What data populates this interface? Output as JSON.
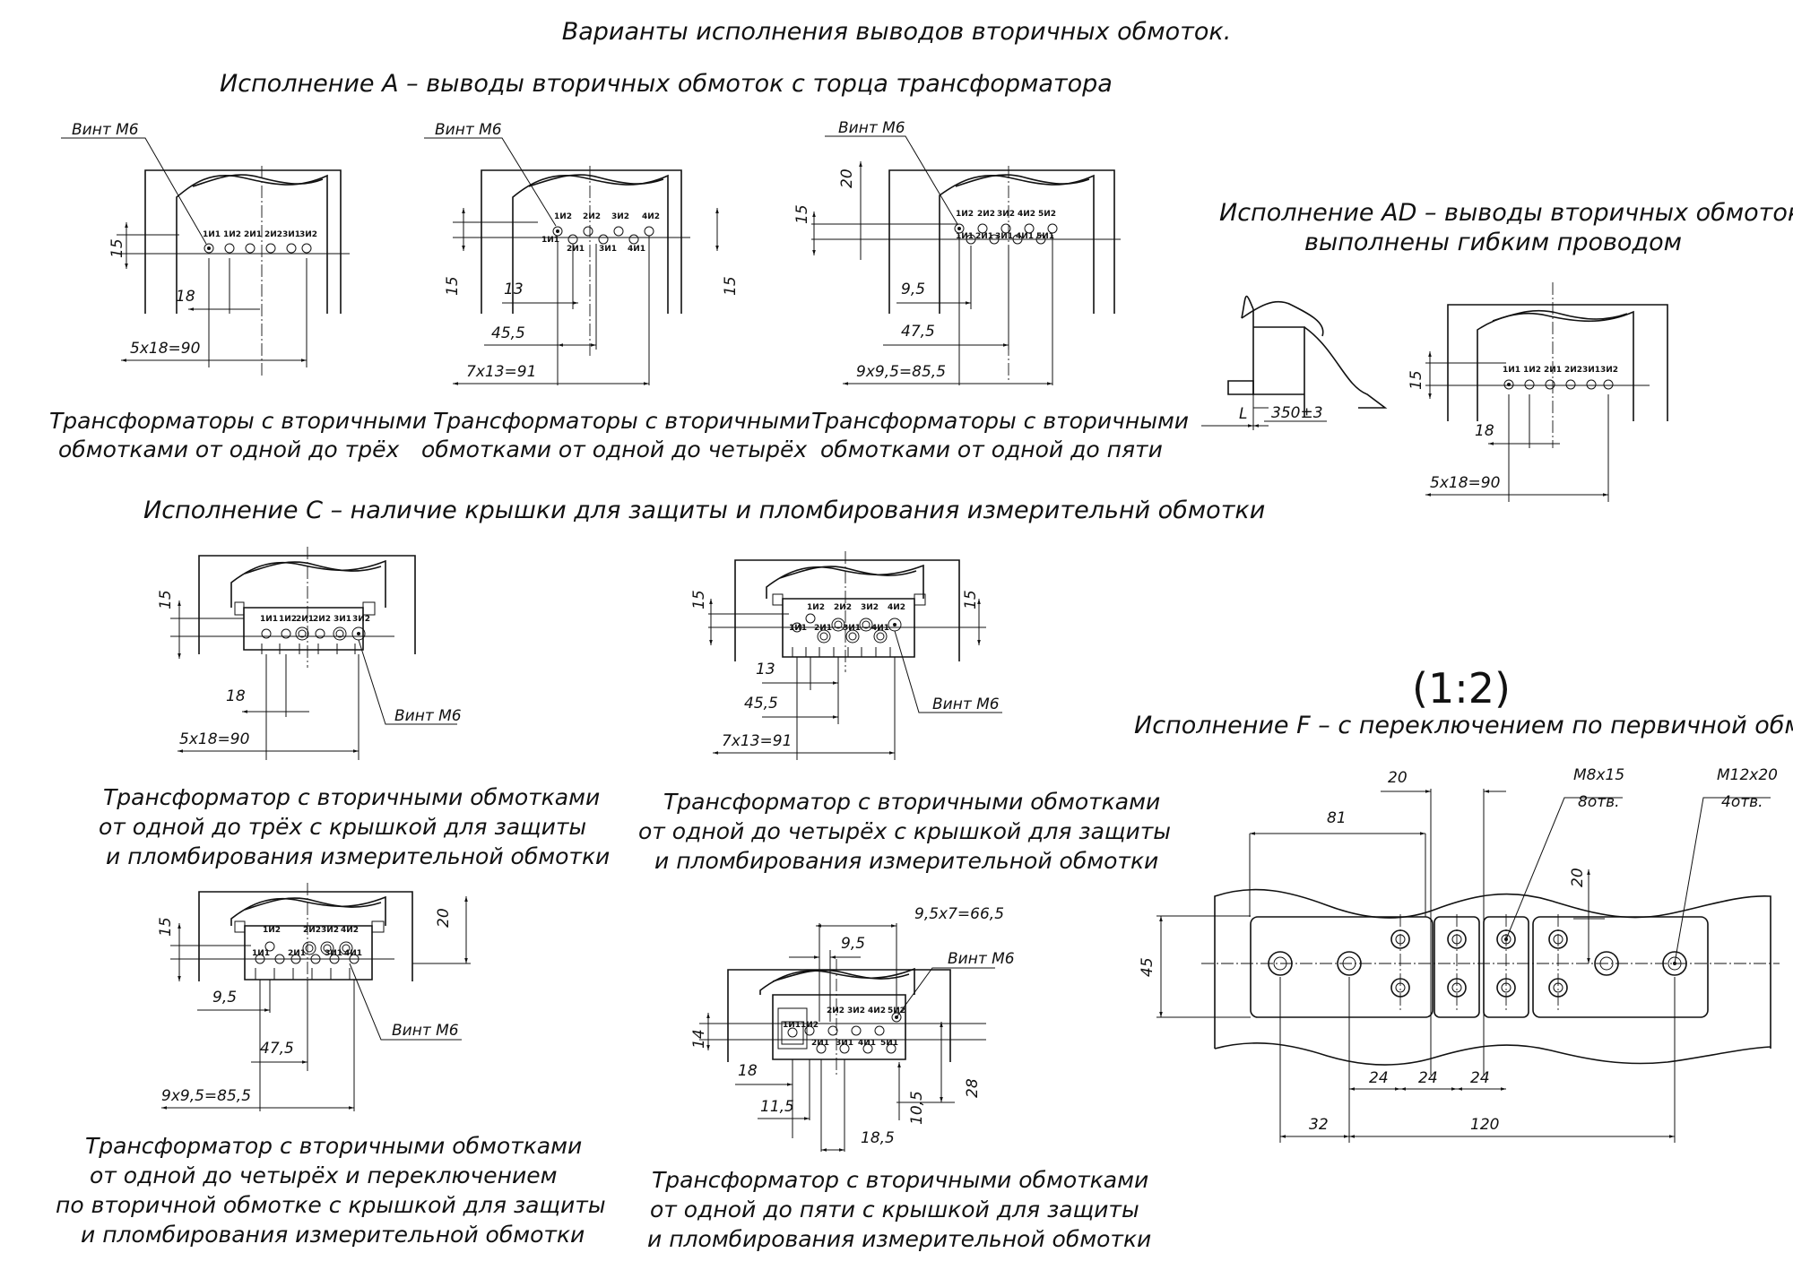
{
  "title": "Варианты исполнения выводов вторичных обмоток.",
  "sections": {
    "A": {
      "heading": "Исполнение А – выводы вторичных обмоток с торца трансформатора"
    },
    "AD": {
      "heading_line1": "Исполнение АD – выводы вторичных обмоток",
      "heading_line2": "выполнены гибким проводом"
    },
    "C": {
      "heading": "Исполнение С – наличие крышки для защиты и пломбирования измерительнй обмотки"
    },
    "F": {
      "heading": "Исполнение F – с переключением по первичной обмотке",
      "scale": "(1:2)"
    }
  },
  "screw_label": "Винт М6",
  "terminals": [
    "1И1",
    "1И2",
    "2И1",
    "2И2",
    "3И1",
    "3И2",
    "4И1",
    "4И2",
    "5И1",
    "5И2"
  ],
  "panels": {
    "a1": {
      "caption": [
        "Трансформаторы с вторичными",
        "обмотками от одной до трёх"
      ],
      "dims": [
        "15",
        "18",
        "5x18=90"
      ]
    },
    "a2": {
      "caption": [
        "Трансформаторы с вторичными",
        "обмотками от одной до четырёх"
      ],
      "dims": [
        "15",
        "15",
        "13",
        "45,5",
        "7x13=91"
      ]
    },
    "a3": {
      "caption": [
        "Трансформаторы с вторичными",
        "обмотками от одной до пяти"
      ],
      "dims": [
        "20",
        "15",
        "9,5",
        "47,5",
        "9x9,5=85,5"
      ]
    },
    "ad_side": {
      "dims": [
        "L",
        "350±3"
      ]
    },
    "ad_front": {
      "dims": [
        "15",
        "18",
        "5x18=90"
      ]
    },
    "c1": {
      "caption": [
        "Трансформатор с вторичными обмотками",
        "от одной до трёх с крышкой для защиты",
        "и пломбирования измерительной обмотки"
      ],
      "dims": [
        "15",
        "18",
        "5x18=90"
      ]
    },
    "c2": {
      "caption": [
        "Трансформатор с вторичными обмотками",
        "от одной до четырёх с крышкой для защиты",
        "и пломбирования измерительной обмотки"
      ],
      "dims": [
        "15",
        "15",
        "13",
        "45,5",
        "7x13=91"
      ]
    },
    "c3": {
      "caption": [
        "Трансформатор с вторичными обмотками",
        "от одной до четырёх и переключением",
        "по вторичной обмотке с крышкой для защиты",
        "и пломбирования измерительной обмотки"
      ],
      "dims": [
        "15",
        "20",
        "9,5",
        "47,5",
        "9x9,5=85,5"
      ]
    },
    "c4": {
      "caption": [
        "Трансформатор с вторичными обмотками",
        "от одной до пяти с крышкой для защиты",
        "и пломбирования измерительной обмотки"
      ],
      "dims": [
        "9,5x7=66,5",
        "9,5",
        "14",
        "18",
        "11,5",
        "18,5",
        "10,5",
        "28"
      ]
    },
    "f": {
      "dims": [
        "20",
        "81",
        "20",
        "45",
        "24",
        "24",
        "24",
        "32",
        "120"
      ],
      "hole_labels": [
        "М8x15",
        "8отв.",
        "М12x20",
        "4отв."
      ]
    }
  }
}
